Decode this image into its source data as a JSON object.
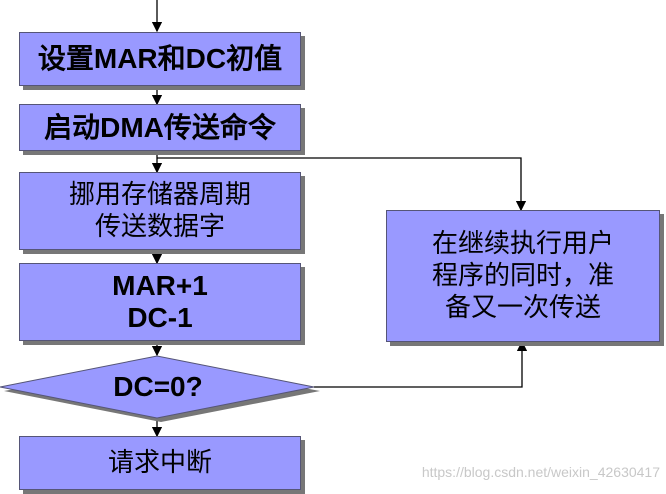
{
  "flowchart": {
    "step1": "设置MAR和DC初值",
    "step2": "启动DMA传送命令",
    "step3_line1": "挪用存储器周期",
    "step3_line2": "传送数据字",
    "step4_line1": "MAR+1",
    "step4_line2": "DC-1",
    "decision": "DC=0?",
    "end": "请求中断",
    "side_line1": "在继续执行用户",
    "side_line2": "程序的同时，准",
    "side_line3": "备又一次传送"
  },
  "colors": {
    "box_fill": "#9999ff",
    "shadow": "#777777",
    "line": "#000000"
  },
  "watermark": "https://blog.csdn.net/weixin_42630417"
}
